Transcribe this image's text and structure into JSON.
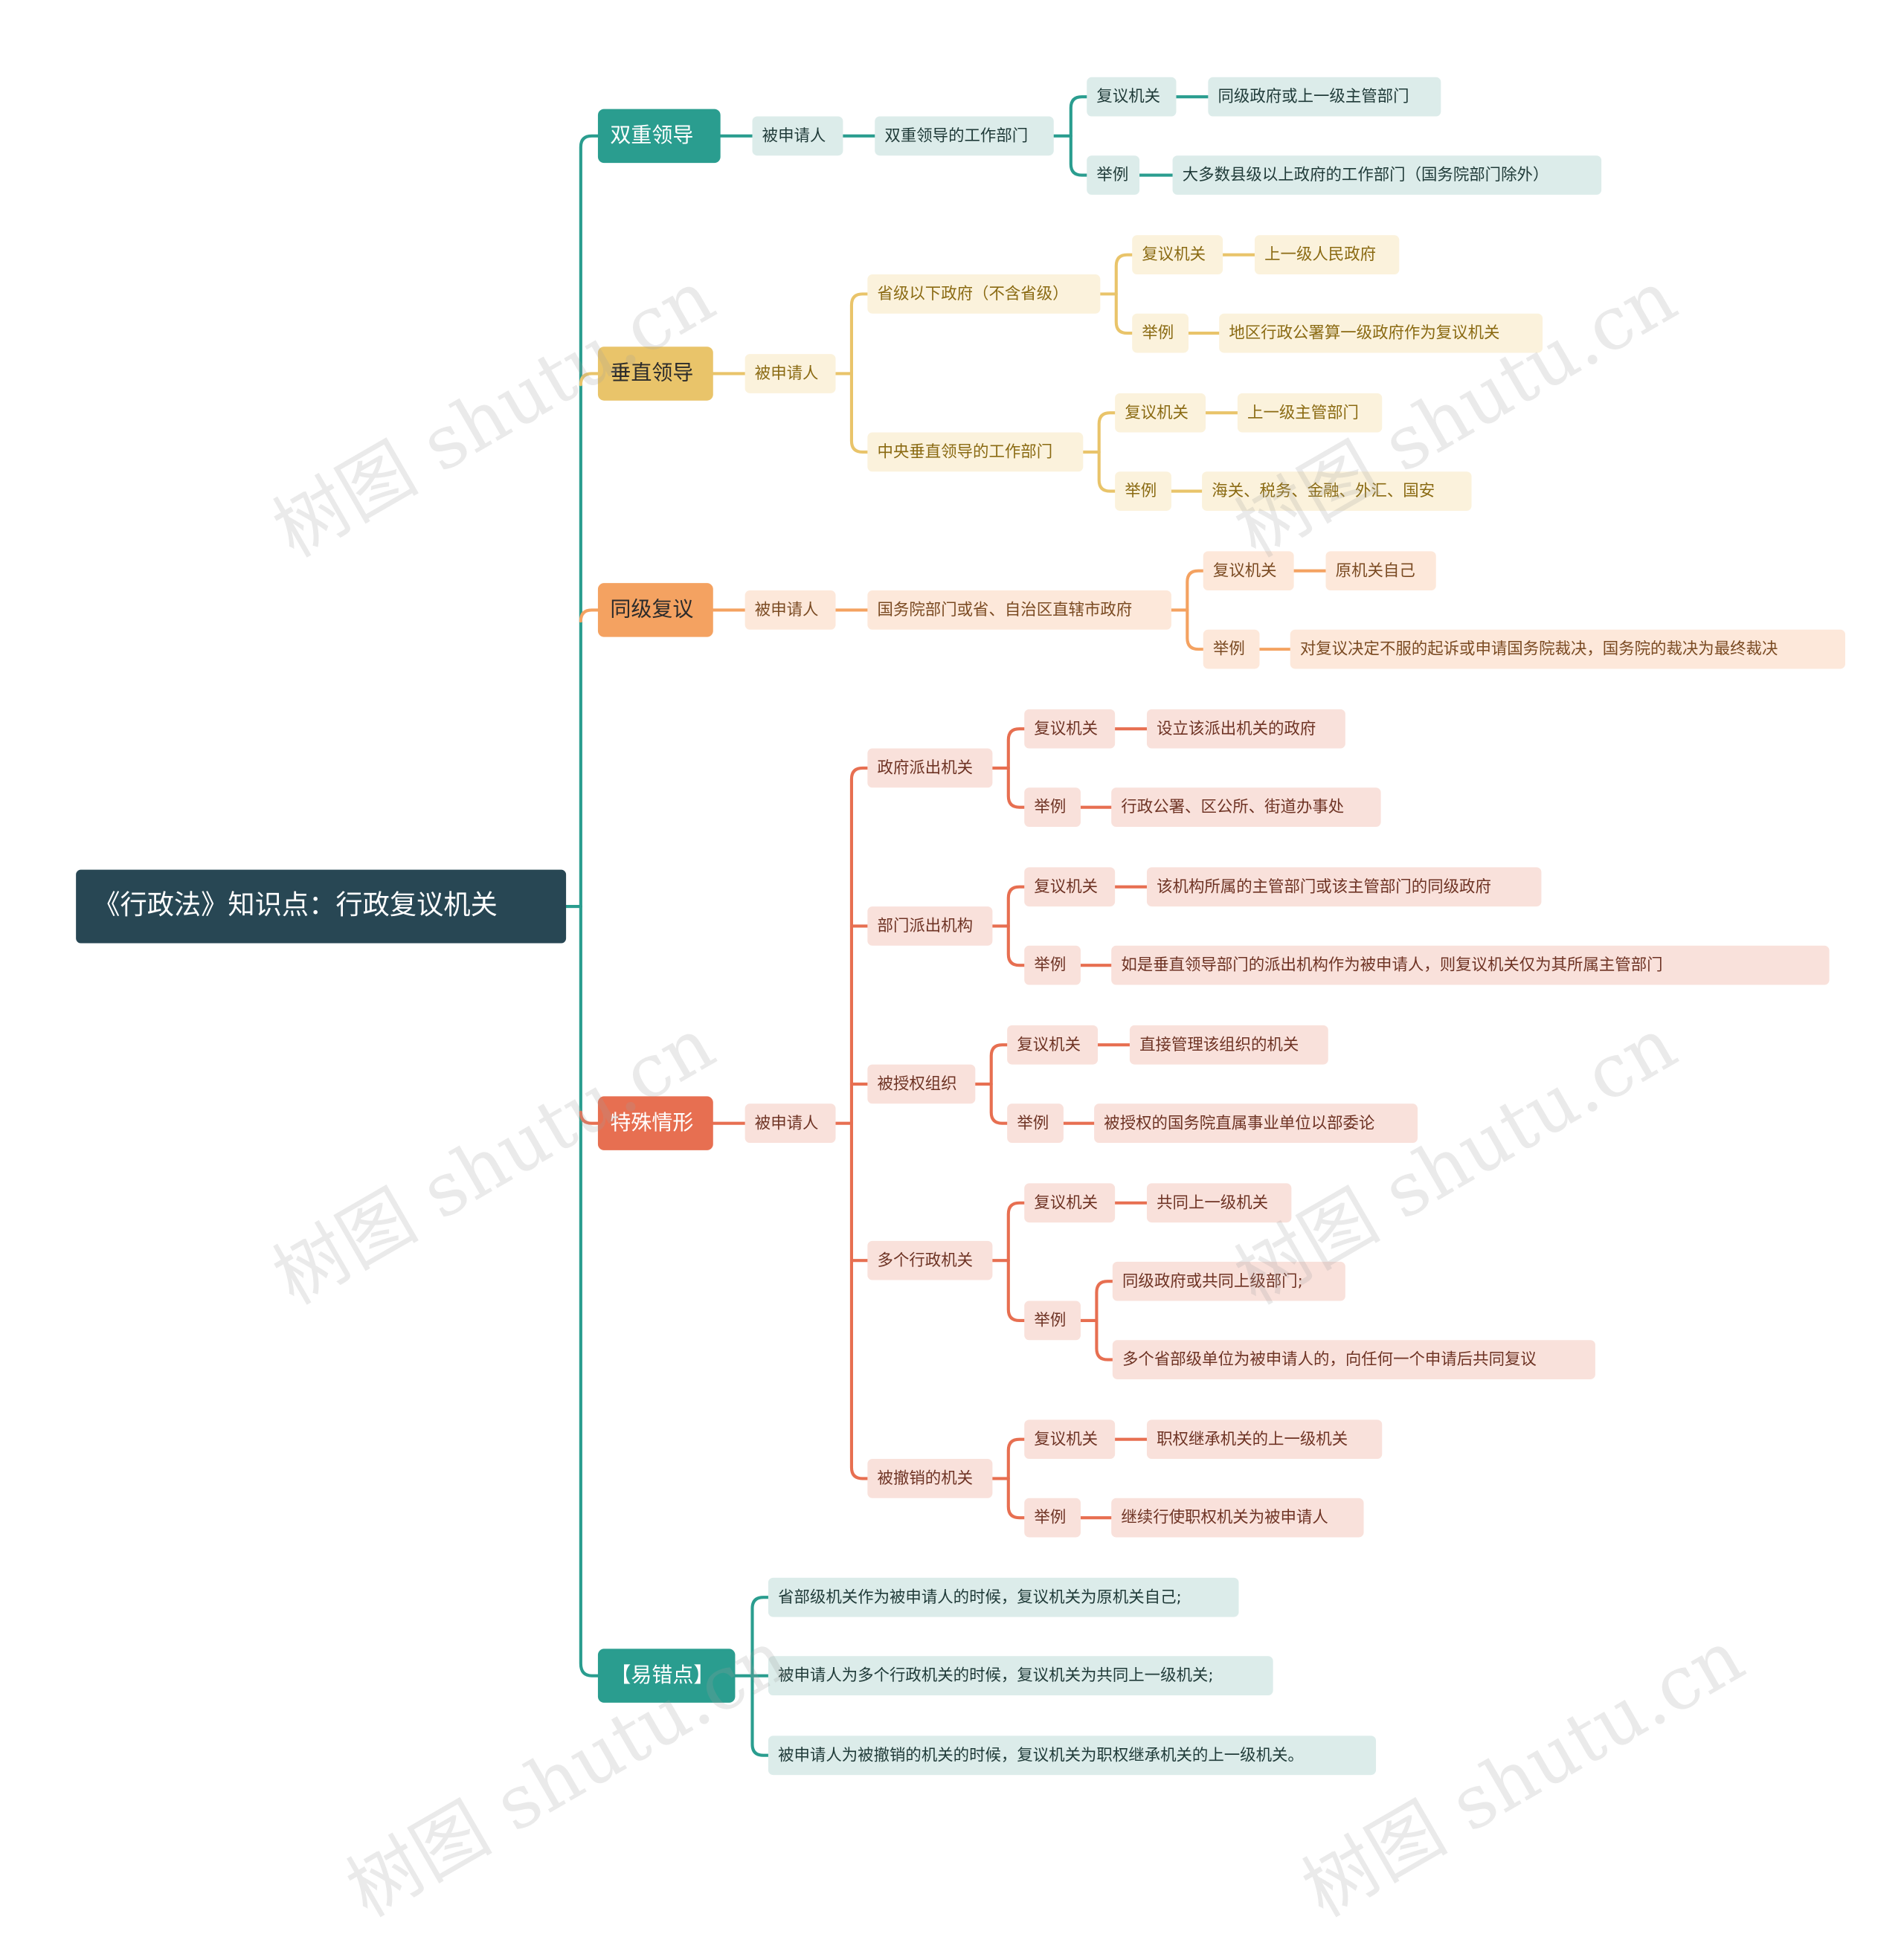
{
  "root": "《行政法》知识点：行政复议机关",
  "watermark": "树图 shutu.cn",
  "colors": {
    "root": "#284754",
    "teal": "#2a9d8f",
    "yellow": "#e9c46a",
    "orange": "#f4a261",
    "red": "#e76f51"
  },
  "branches": {
    "dual": {
      "title": "双重领导",
      "respondent": "被申请人",
      "dept": "双重领导的工作部门",
      "review_label": "复议机关",
      "review": "同级政府或上一级主管部门",
      "example_label": "举例",
      "example": "大多数县级以上政府的工作部门（国务院部门除外）"
    },
    "vertical": {
      "title": "垂直领导",
      "respondent": "被申请人",
      "sub1": {
        "name": "省级以下政府（不含省级）",
        "review_label": "复议机关",
        "review": "上一级人民政府",
        "example_label": "举例",
        "example": "地区行政公署算一级政府作为复议机关"
      },
      "sub2": {
        "name": "中央垂直领导的工作部门",
        "review_label": "复议机关",
        "review": "上一级主管部门",
        "example_label": "举例",
        "example": "海关、税务、金融、外汇、国安"
      }
    },
    "same": {
      "title": "同级复议",
      "respondent": "被申请人",
      "dept": "国务院部门或省、自治区直辖市政府",
      "review_label": "复议机关",
      "review": "原机关自己",
      "example_label": "举例",
      "example": "对复议决定不服的起诉或申请国务院裁决，国务院的裁决为最终裁决"
    },
    "special": {
      "title": "特殊情形",
      "respondent": "被申请人",
      "cases": [
        {
          "name": "政府派出机关",
          "review_label": "复议机关",
          "review": "设立该派出机关的政府",
          "example_label": "举例",
          "examples": [
            "行政公署、区公所、街道办事处"
          ]
        },
        {
          "name": "部门派出机构",
          "review_label": "复议机关",
          "review": "该机构所属的主管部门或该主管部门的同级政府",
          "example_label": "举例",
          "examples": [
            "如是垂直领导部门的派出机构作为被申请人，则复议机关仅为其所属主管部门"
          ]
        },
        {
          "name": "被授权组织",
          "review_label": "复议机关",
          "review": "直接管理该组织的机关",
          "example_label": "举例",
          "examples": [
            "被授权的国务院直属事业单位以部委论"
          ]
        },
        {
          "name": "多个行政机关",
          "review_label": "复议机关",
          "review": "共同上一级机关",
          "example_label": "举例",
          "examples": [
            "同级政府或共同上级部门;",
            "多个省部级单位为被申请人的，向任何一个申请后共同复议"
          ]
        },
        {
          "name": "被撤销的机关",
          "review_label": "复议机关",
          "review": "职权继承机关的上一级机关",
          "example_label": "举例",
          "examples": [
            "继续行使职权机关为被申请人"
          ]
        }
      ]
    },
    "pitfalls": {
      "title": "【易错点】",
      "items": [
        "省部级机关作为被申请人的时候，复议机关为原机关自己;",
        "被申请人为多个行政机关的时候，复议机关为共同上一级机关;",
        "被申请人为被撤销的机关的时候，复议机关为职权继承机关的上一级机关。"
      ]
    }
  }
}
